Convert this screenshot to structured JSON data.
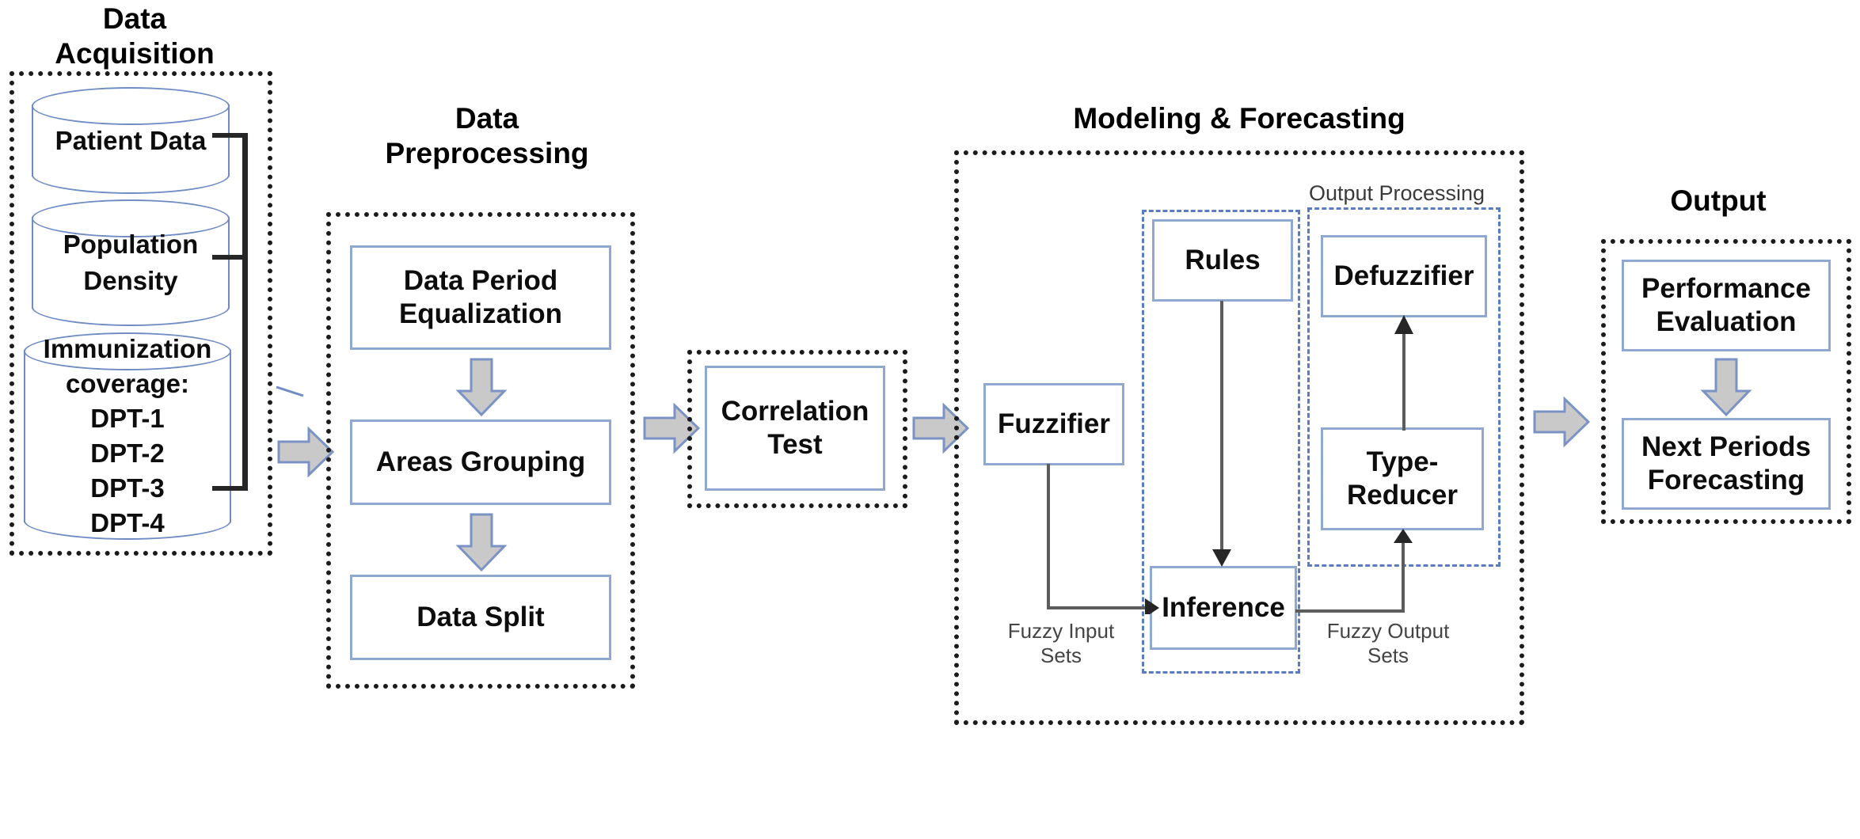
{
  "diagram": {
    "title": "Data-driven fuzzy forecasting pipeline",
    "colors": {
      "box_border": "#8FA8D0",
      "group_border": "#1b1b1b",
      "dashed_subgroup": "#5A7CC0",
      "arrow_fill": "#C9C9C9",
      "arrow_stroke": "#7B93C4",
      "connector": "#333333",
      "background": "#ffffff"
    },
    "sections": [
      {
        "key": "data_acquisition",
        "title": "Data\nAcquisition",
        "title_line1": "Data",
        "title_line2": "Acquisition",
        "datastores": [
          {
            "key": "patient_data",
            "lines": [
              "Patient Data"
            ]
          },
          {
            "key": "population_density",
            "lines": [
              "Population",
              "Density"
            ]
          },
          {
            "key": "immunization_coverage",
            "lines": [
              "Immunization",
              "coverage:",
              "DPT-1",
              "DPT-2",
              "DPT-3",
              "DPT-4"
            ]
          }
        ]
      },
      {
        "key": "data_preprocessing",
        "title_line1": "Data",
        "title_line2": "Preprocessing",
        "steps": [
          {
            "key": "data_period_equalization",
            "lines": [
              "Data Period",
              "Equalization"
            ]
          },
          {
            "key": "areas_grouping",
            "lines": [
              "Areas Grouping"
            ]
          },
          {
            "key": "data_split",
            "lines": [
              "Data Split"
            ]
          }
        ]
      },
      {
        "key": "correlation_test",
        "steps": [
          {
            "key": "correlation_test",
            "lines": [
              "Correlation",
              "Test"
            ]
          }
        ]
      },
      {
        "key": "modeling_forecasting",
        "title_line1": "Modeling & Forecasting",
        "subgroup_label": "Output Processing",
        "blocks": [
          {
            "key": "fuzzifier",
            "lines": [
              "Fuzzifier"
            ]
          },
          {
            "key": "rules",
            "lines": [
              "Rules"
            ]
          },
          {
            "key": "inference",
            "lines": [
              "Inference"
            ]
          },
          {
            "key": "defuzzifier",
            "lines": [
              "Defuzzifier"
            ]
          },
          {
            "key": "type_reducer",
            "lines": [
              "Type-",
              "Reducer"
            ]
          }
        ],
        "edge_labels": [
          {
            "key": "fuzzy_input_sets",
            "line1": "Fuzzy Input",
            "line2": "Sets"
          },
          {
            "key": "fuzzy_output_sets",
            "line1": "Fuzzy Output",
            "line2": "Sets"
          }
        ]
      },
      {
        "key": "output",
        "title_line1": "Output",
        "steps": [
          {
            "key": "performance_evaluation",
            "lines": [
              "Performance",
              "Evaluation"
            ]
          },
          {
            "key": "next_periods_forecasting",
            "lines": [
              "Next Periods",
              "Forecasting"
            ]
          }
        ]
      }
    ],
    "labels": {
      "data": "Data",
      "acquisition": "Acquisition",
      "preprocessing": "Preprocessing",
      "modeling_forecasting": "Modeling & Forecasting",
      "output": "Output",
      "output_processing": "Output Processing",
      "patient_data": "Patient Data",
      "population": "Population",
      "density": "Density",
      "immunization": "Immunization",
      "coverage": "coverage:",
      "dpt1": "DPT-1",
      "dpt2": "DPT-2",
      "dpt3": "DPT-3",
      "dpt4": "DPT-4",
      "data_period": "Data Period",
      "equalization": "Equalization",
      "areas_grouping": "Areas Grouping",
      "data_split": "Data Split",
      "correlation": "Correlation",
      "test": "Test",
      "fuzzifier": "Fuzzifier",
      "rules": "Rules",
      "inference": "Inference",
      "defuzzifier": "Defuzzifier",
      "type_dash": "Type-",
      "reducer": "Reducer",
      "fuzzy_input": "Fuzzy Input",
      "fuzzy_output": "Fuzzy Output",
      "sets": "Sets",
      "performance": "Performance",
      "evaluation": "Evaluation",
      "next_periods": "Next Periods",
      "forecasting": "Forecasting"
    }
  }
}
